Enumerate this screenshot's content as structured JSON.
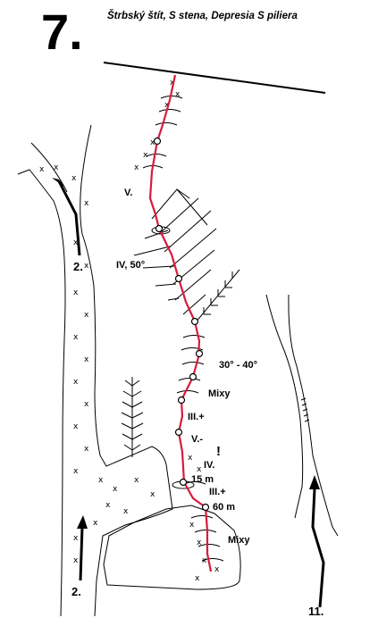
{
  "header": {
    "number": "7.",
    "title": "Štrbský štít, S stena, Depresia S piliera"
  },
  "grades": [
    {
      "id": "g-v",
      "text": "V."
    },
    {
      "id": "g-iv50",
      "text": "IV, 50°"
    },
    {
      "id": "g-30-40",
      "text": "30° - 40°"
    },
    {
      "id": "g-mixy1",
      "text": "Mixy"
    },
    {
      "id": "g-iii1",
      "text": "III.+"
    },
    {
      "id": "g-v-",
      "text": "V.-"
    },
    {
      "id": "g-excl",
      "text": "!"
    },
    {
      "id": "g-iv",
      "text": "IV."
    },
    {
      "id": "g-15m",
      "text": "15 m"
    },
    {
      "id": "g-iii2",
      "text": "III.+"
    },
    {
      "id": "g-60m",
      "text": "60 m"
    },
    {
      "id": "g-mixy2",
      "text": "Mixy"
    }
  ],
  "approach_labels": [
    {
      "id": "a-2-upper",
      "text": "2."
    },
    {
      "id": "a-2-lower",
      "text": "2."
    },
    {
      "id": "a-11",
      "text": "11."
    }
  ],
  "colors": {
    "route": "#d81b3c",
    "ink": "#000000",
    "paper": "#ffffff"
  },
  "icons": {
    "belay": "belay-station-icon",
    "scree": "scree-x-icon",
    "arrow": "approach-arrow-icon"
  }
}
